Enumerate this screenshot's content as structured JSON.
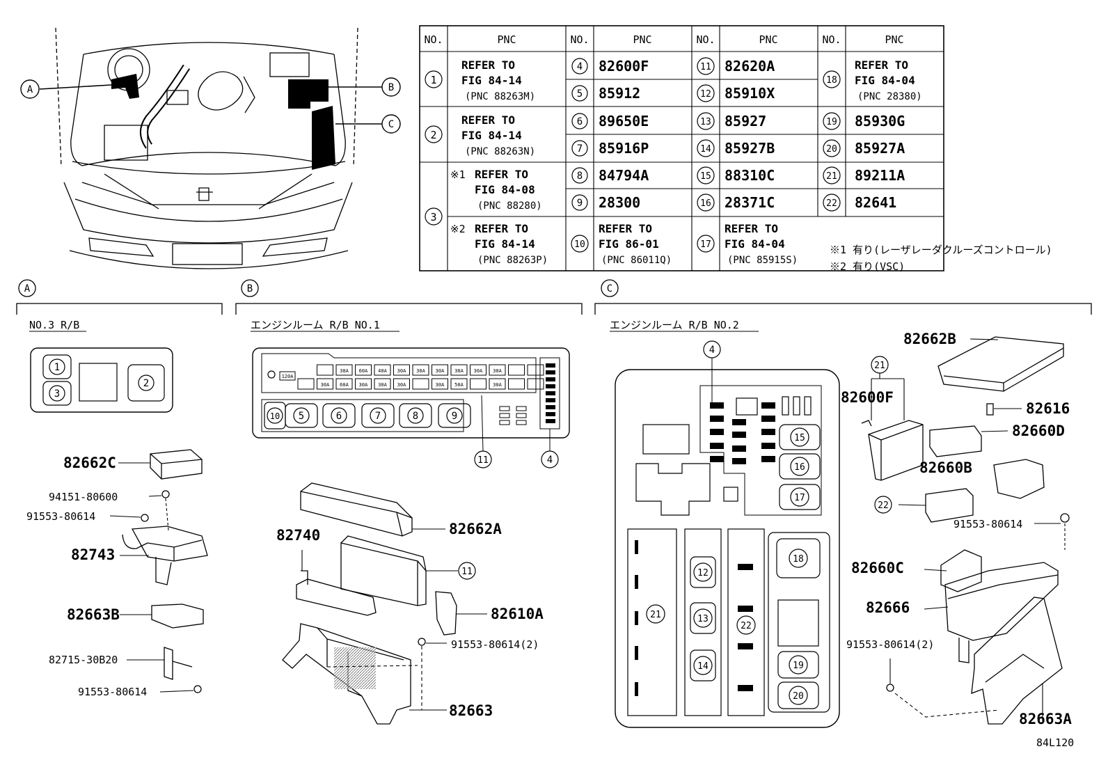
{
  "callouts": {
    "a": "A",
    "b": "B",
    "c": "C"
  },
  "table": {
    "header": [
      "NO.",
      "PNC",
      "NO.",
      "PNC",
      "NO.",
      "PNC",
      "NO.",
      "PNC"
    ],
    "col1": [
      {
        "no": "1",
        "lines": [
          "REFER TO",
          "FIG 84-14",
          "(PNC 88263M)"
        ]
      },
      {
        "no": "2",
        "lines": [
          "REFER TO",
          "FIG 84-14",
          "(PNC 88263N)"
        ]
      },
      {
        "no": "3",
        "sub": [
          {
            "mark": "※1",
            "lines": [
              "REFER TO",
              "FIG 84-08",
              "(PNC 88280)"
            ]
          },
          {
            "mark": "※2",
            "lines": [
              "REFER TO",
              "FIG 84-14",
              "(PNC 88263P)"
            ]
          }
        ]
      }
    ],
    "col2": [
      {
        "no": "4",
        "pnc": "82600F"
      },
      {
        "no": "5",
        "pnc": "85912"
      },
      {
        "no": "6",
        "pnc": "89650E"
      },
      {
        "no": "7",
        "pnc": "85916P"
      },
      {
        "no": "8",
        "pnc": "84794A"
      },
      {
        "no": "9",
        "pnc": "28300"
      },
      {
        "no": "10",
        "lines": [
          "REFER TO",
          "FIG 86-01",
          "(PNC 86011Q)"
        ]
      }
    ],
    "col3": [
      {
        "no": "11",
        "pnc": "82620A"
      },
      {
        "no": "12",
        "pnc": "85910X"
      },
      {
        "no": "13",
        "pnc": "85927"
      },
      {
        "no": "14",
        "pnc": "85927B"
      },
      {
        "no": "15",
        "pnc": "88310C"
      },
      {
        "no": "16",
        "pnc": "28371C"
      },
      {
        "no": "17",
        "lines": [
          "REFER TO",
          "FIG 84-04",
          "(PNC 85915S)"
        ]
      }
    ],
    "col4": [
      {
        "no": "18",
        "lines": [
          "REFER TO",
          "FIG 84-04",
          "(PNC 28380)"
        ]
      },
      {
        "no": "19",
        "pnc": "85930G"
      },
      {
        "no": "20",
        "pnc": "85927A"
      },
      {
        "no": "21",
        "pnc": "89211A"
      },
      {
        "no": "22",
        "pnc": "82641"
      }
    ]
  },
  "notes": [
    "※1 有り(レーザレーダクルーズコントロール)",
    "※2 有り(VSC)"
  ],
  "sections": {
    "a": {
      "letter": "A",
      "title": "NO.3 R/B"
    },
    "b": {
      "letter": "B",
      "title": "エンジンルーム R/B NO.1"
    },
    "c": {
      "letter": "C",
      "title": "エンジンルーム R/B NO.2"
    }
  },
  "rb3": {
    "nums": [
      "1",
      "3",
      "2"
    ]
  },
  "a_parts": {
    "p1": "82662C",
    "p2": "94151-80600",
    "p3": "91553-80614",
    "p4": "82743",
    "p5": "82663B",
    "p6": "82715-30B20",
    "p7": "91553-80614"
  },
  "b_fuses": {
    "top": [
      "120A",
      "",
      "30A",
      "60A",
      "40A",
      "30A",
      "30A",
      "30A",
      "30A",
      "30A",
      "30A",
      "",
      ""
    ],
    "bottom": [
      "",
      "30A",
      "60A",
      "30A",
      "30A",
      "30A",
      "",
      "30A",
      "50A",
      "",
      "30A",
      "",
      ""
    ],
    "relays": [
      "10",
      "5",
      "6",
      "7",
      "8",
      "9"
    ],
    "callouts": [
      "11",
      "4"
    ]
  },
  "b_parts": {
    "p1": "82662A",
    "p2": "82740",
    "p3": "11",
    "p4": "82610A",
    "p5": "91553-80614(2)",
    "p6": "82663"
  },
  "c_box": {
    "top_callout": "4",
    "nums_right": [
      "15",
      "16",
      "17"
    ],
    "left_num": "21",
    "mid_nums": [
      "12",
      "13",
      "14"
    ],
    "mid2_num": "22",
    "right_nums": [
      "18",
      "19",
      "20"
    ]
  },
  "c_parts": {
    "p1": "82662B",
    "p2": "21",
    "p3": "82600F",
    "p4": "82616",
    "p5": "82660D",
    "p6": "82660B",
    "p7": "22",
    "p8": "91553-80614",
    "p9": "82660C",
    "p10": "82666",
    "p11": "91553-80614(2)",
    "p12": "82663A"
  },
  "figure_code": "84L120"
}
